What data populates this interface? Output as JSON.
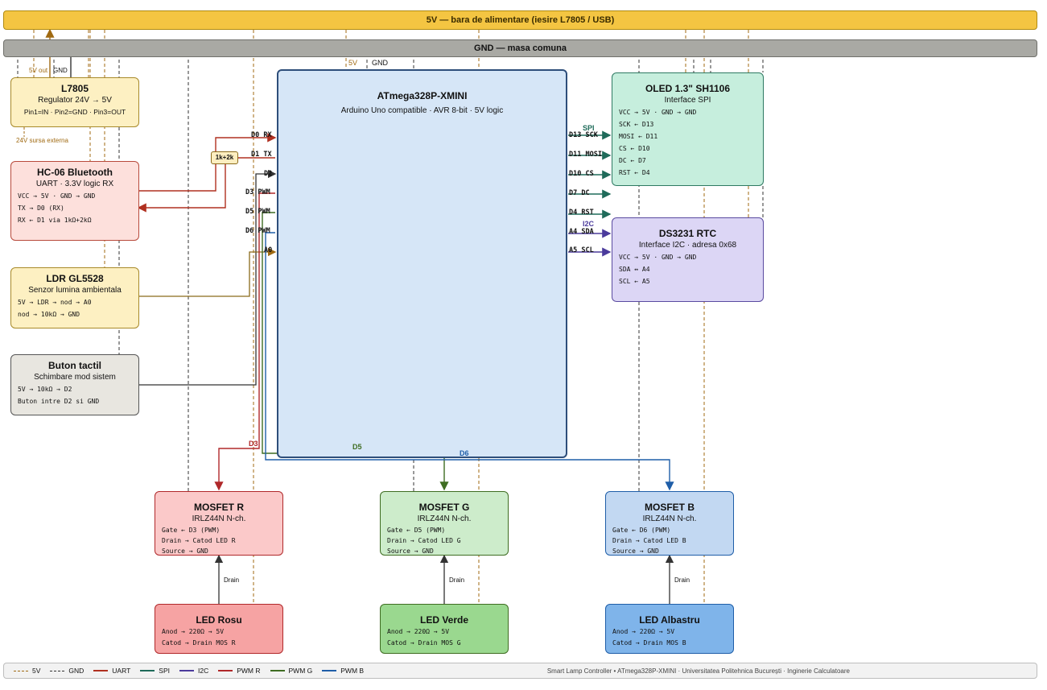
{
  "rails": {
    "v5": "5V — bara de alimentare (iesire L7805 / USB)",
    "gnd": "GND — masa comuna"
  },
  "colors": {
    "v5": "#a06a12",
    "gnd": "#333333",
    "uart": "#b03020",
    "spi": "#1f6b5a",
    "i2c": "#4b3b9c",
    "pwm_r": "#b0282a",
    "pwm_g": "#3f6d22",
    "pwm_b": "#1f5ea8"
  },
  "l7805": {
    "title": "L7805",
    "sub": "Regulator 24V → 5V",
    "pins": "Pin1=IN · Pin2=GND · Pin3=OUT",
    "label_out": "5V out",
    "label_gnd": "GND",
    "label_ext": "24V sursa externa"
  },
  "hc06": {
    "title": "HC-06 Bluetooth",
    "sub": "UART · 3.3V logic RX",
    "lines": [
      "VCC → 5V · GND → GND",
      "TX → D0 (RX)",
      "RX ← D1 via 1kΩ+2kΩ"
    ],
    "divider": "1k+2k"
  },
  "ldr": {
    "title": "LDR GL5528",
    "sub": "Senzor lumina ambientala",
    "lines": [
      "5V → LDR → nod → A0",
      "nod → 10kΩ → GND"
    ]
  },
  "button": {
    "title": "Buton tactil",
    "sub": "Schimbare mod sistem",
    "lines": [
      "5V → 10kΩ → D2",
      "Buton intre D2 si GND"
    ]
  },
  "mcu": {
    "title": "ATmega328P-XMINI",
    "sub": "Arduino Uno compatible · AVR 8-bit · 5V logic",
    "rail_5v": "5V",
    "rail_gnd": "GND",
    "left_pins": [
      "D0 RX",
      "D1 TX",
      "D2",
      "D3 PWM",
      "D5 PWM",
      "D6 PWM",
      "A0"
    ],
    "right_pins": [
      "D13 SCK",
      "D11 MOSI",
      "D10 CS",
      "D7 DC",
      "D4 RST",
      "A4 SDA",
      "A5 SCL"
    ]
  },
  "oled": {
    "title": "OLED 1.3\" SH1106",
    "sub": "Interface SPI",
    "bus": "SPI",
    "lines": [
      "VCC → 5V · GND → GND",
      "SCK ← D13",
      "MOSI ← D11",
      "CS ← D10",
      "DC ← D7",
      "RST ← D4"
    ]
  },
  "rtc": {
    "title": "DS3231 RTC",
    "sub": "Interface I2C · adresa 0x68",
    "bus": "I2C",
    "lines": [
      "VCC → 5V · GND → GND",
      "SDA ↔ A4",
      "SCL ← A5"
    ]
  },
  "mosfet_r": {
    "title": "MOSFET R",
    "sub": "IRLZ44N N-ch.",
    "lines": [
      "Gate ← D3 (PWM)",
      "Drain → Catod LED R",
      "Source → GND"
    ],
    "wire": "D3"
  },
  "mosfet_g": {
    "title": "MOSFET G",
    "sub": "IRLZ44N N-ch.",
    "lines": [
      "Gate ← D5 (PWM)",
      "Drain → Catod LED G",
      "Source → GND"
    ],
    "wire": "D5"
  },
  "mosfet_b": {
    "title": "MOSFET B",
    "sub": "IRLZ44N N-ch.",
    "lines": [
      "Gate ← D6 (PWM)",
      "Drain → Catod LED B",
      "Source → GND"
    ],
    "wire": "D6"
  },
  "led_r": {
    "title": "LED Rosu",
    "lines": [
      "Anod → 220Ω → 5V",
      "Catod → Drain MOS R"
    ]
  },
  "led_g": {
    "title": "LED Verde",
    "lines": [
      "Anod → 220Ω → 5V",
      "Catod → Drain MOS G"
    ]
  },
  "led_b": {
    "title": "LED Albastru",
    "lines": [
      "Anod → 220Ω → 5V",
      "Catod → Drain MOS B"
    ]
  },
  "drain_label": "Drain",
  "legend": {
    "items": [
      "5V",
      "GND",
      "UART",
      "SPI",
      "I2C",
      "PWM R",
      "PWM G",
      "PWM B"
    ],
    "credit": "Smart Lamp Controller • ATmega328P-XMINI · Universitatea Politehnica București · Inginerie Calculatoare"
  }
}
